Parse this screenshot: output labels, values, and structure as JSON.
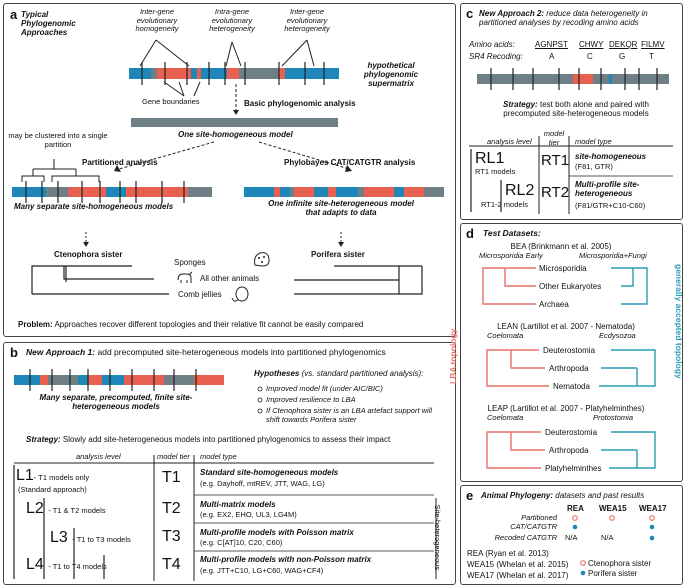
{
  "panel_a": {
    "letter": "a",
    "title": "Typical Phylogenomic Approaches",
    "label_inter1": "Inter-gene evolutionary homogeneity",
    "label_intra": "Intra-gene evolutionary heterogeneity",
    "label_inter2": "Inter-gene evolutionary heterogeneity",
    "supermatrix": "hypothetical phylogenomic supermatrix",
    "gene_boundaries": "Gene boundaries",
    "basic": "Basic phylogenomic analysis",
    "one_model": "One site-homogeneous model",
    "clustered": "may be clustered into a single partition",
    "partitioned": "Partitioned analysis",
    "phylobayes": "Phylobayes CAT/CATGTR analysis",
    "many_models": "Many separate site-homogeneous models",
    "infinite": "One infinite site-heterogeneous model that adapts to data",
    "cteno": "Ctenophora sister",
    "porifera": "Porifera sister",
    "sponges": "Sponges",
    "all_other": "All other animals",
    "comb": "Comb jellies",
    "problem_bold": "Problem:",
    "problem": "Approaches recover different topologies and their relative fit cannot be easily compared"
  },
  "panel_b": {
    "letter": "b",
    "title_bold": "New Approach 1:",
    "title": "add precomputed site-heterogeneous models into partitioned phylogenomics",
    "many_precomputed": "Many separate, precomputed, finite site-heterogeneous models",
    "hyp_title": "Hypotheses",
    "hyp_vs": "(vs. standard partitioned analysis):",
    "hyps": [
      "Improved model fit (under AIC/BIC)",
      "Improved resilience to LBA",
      "If Ctenophora sister is an LBA artefact support will shift towards Porifera sister"
    ],
    "strategy_bold": "Strategy:",
    "strategy": "Slowly add site-heterogeneous models into partitioned phylogenomics to assess their impact",
    "col_level": "analysis level",
    "col_tier": "model tier",
    "col_type": "model type",
    "levels": [
      {
        "code": "L1",
        "desc": "- T1 models only",
        "desc2": "(Standard approach)"
      },
      {
        "code": "L2",
        "desc": "- T1 & T2 models",
        "desc2": ""
      },
      {
        "code": "L3",
        "desc": "- T1 to T3 models",
        "desc2": ""
      },
      {
        "code": "L4",
        "desc": "- T1 to T4 models",
        "desc2": ""
      }
    ],
    "tiers": [
      {
        "code": "T1",
        "title": "Standard site-homogeneous models",
        "examples": "(e.g. Dayhoff, mtREV, JTT, WAG, LG)"
      },
      {
        "code": "T2",
        "title": "Multi-matrix models",
        "examples": "(e.g. EX2, EHO, UL3, LG4M)"
      },
      {
        "code": "T3",
        "title": "Multi-profile models with Poisson matrix",
        "examples": "(e.g. C[AT]10, C20, C60)"
      },
      {
        "code": "T4",
        "title": "Multi-profile models with non-Poisson matrix",
        "examples": "(e.g. JTT+C10, LG+C60, WAG+CF4)"
      }
    ],
    "site_het": "Site-heterogeneous"
  },
  "panel_c": {
    "letter": "c",
    "title_bold": "New Approach 2:",
    "title": "reduce data heterogeneity in partitioned analyses by recoding amino acids",
    "aa_label": "Amino acids:",
    "aa_groups": [
      "AGNPST",
      "CHWY",
      "DEKQR",
      "FILMV"
    ],
    "sr4_label": "SR4 Recoding:",
    "sr4_codes": [
      "A",
      "C",
      "G",
      "T"
    ],
    "strategy_bold": "Strategy:",
    "strategy": "test both alone and paired with precomputed site-heterogeneous models",
    "col_level": "analysis level",
    "col_tier": "model tier",
    "col_type": "model type",
    "rows": [
      {
        "level": "RL1",
        "level_desc": "RT1 models",
        "tier": "RT1",
        "type": "site-homogeneous",
        "type_ex": "(F81, GTR)"
      },
      {
        "level": "RL2",
        "level_desc": "RT1-2 models",
        "tier": "RT2",
        "type": "Multi-profile site-heterogeneous",
        "type_ex": "(F81/GTR+C10-C60)"
      }
    ]
  },
  "panel_d": {
    "letter": "d",
    "title": "Test Datasets:",
    "bea": "BEA (Brinkmann et al. 2005)",
    "bea_left": "Microsporidia Early",
    "bea_right": "Microsporidia+Fungi",
    "bea_taxa": [
      "Microsporidia",
      "Other Eukaryotes",
      "Archaea"
    ],
    "lean": "LEAN (Lartillot et al. 2007 - Nematoda)",
    "lean_left": "Coelomata",
    "lean_right": "Ecdysozoa",
    "lean_taxa": [
      "Deuterostomia",
      "Arthropoda",
      "Nematoda"
    ],
    "leap": "LEAP (Lartillot et al. 2007 - Platyhelminthes)",
    "leap_left": "Coelomata",
    "leap_right": "Protostomia",
    "leap_taxa": [
      "Deuterostomia",
      "Arthropoda",
      "Platyhelminthes"
    ],
    "lba": "LBA topology",
    "accepted": "generally accepted topology"
  },
  "panel_e": {
    "letter": "e",
    "title_bold": "Animal Phylogeny:",
    "title": "datasets and past results",
    "cols": [
      "REA",
      "WEA15",
      "WEA17"
    ],
    "row1": "Partitioned CAT/CATGTR",
    "row2": "Recoded CATGTR",
    "na": "N/A",
    "refs": [
      "REA (Ryan et al. 2013)",
      "WEA15 (Whelan et al. 2015)",
      "WEA17 (Whelan et al. 2017)"
    ],
    "legend_cteno": "Ctenophora sister",
    "legend_pori": "Porifera sister"
  },
  "colors": {
    "blue": "#1f86b8",
    "red": "#e8604f",
    "gray": "#6f7f86",
    "teal": "#2a9db5",
    "salmon": "#e8706a"
  }
}
